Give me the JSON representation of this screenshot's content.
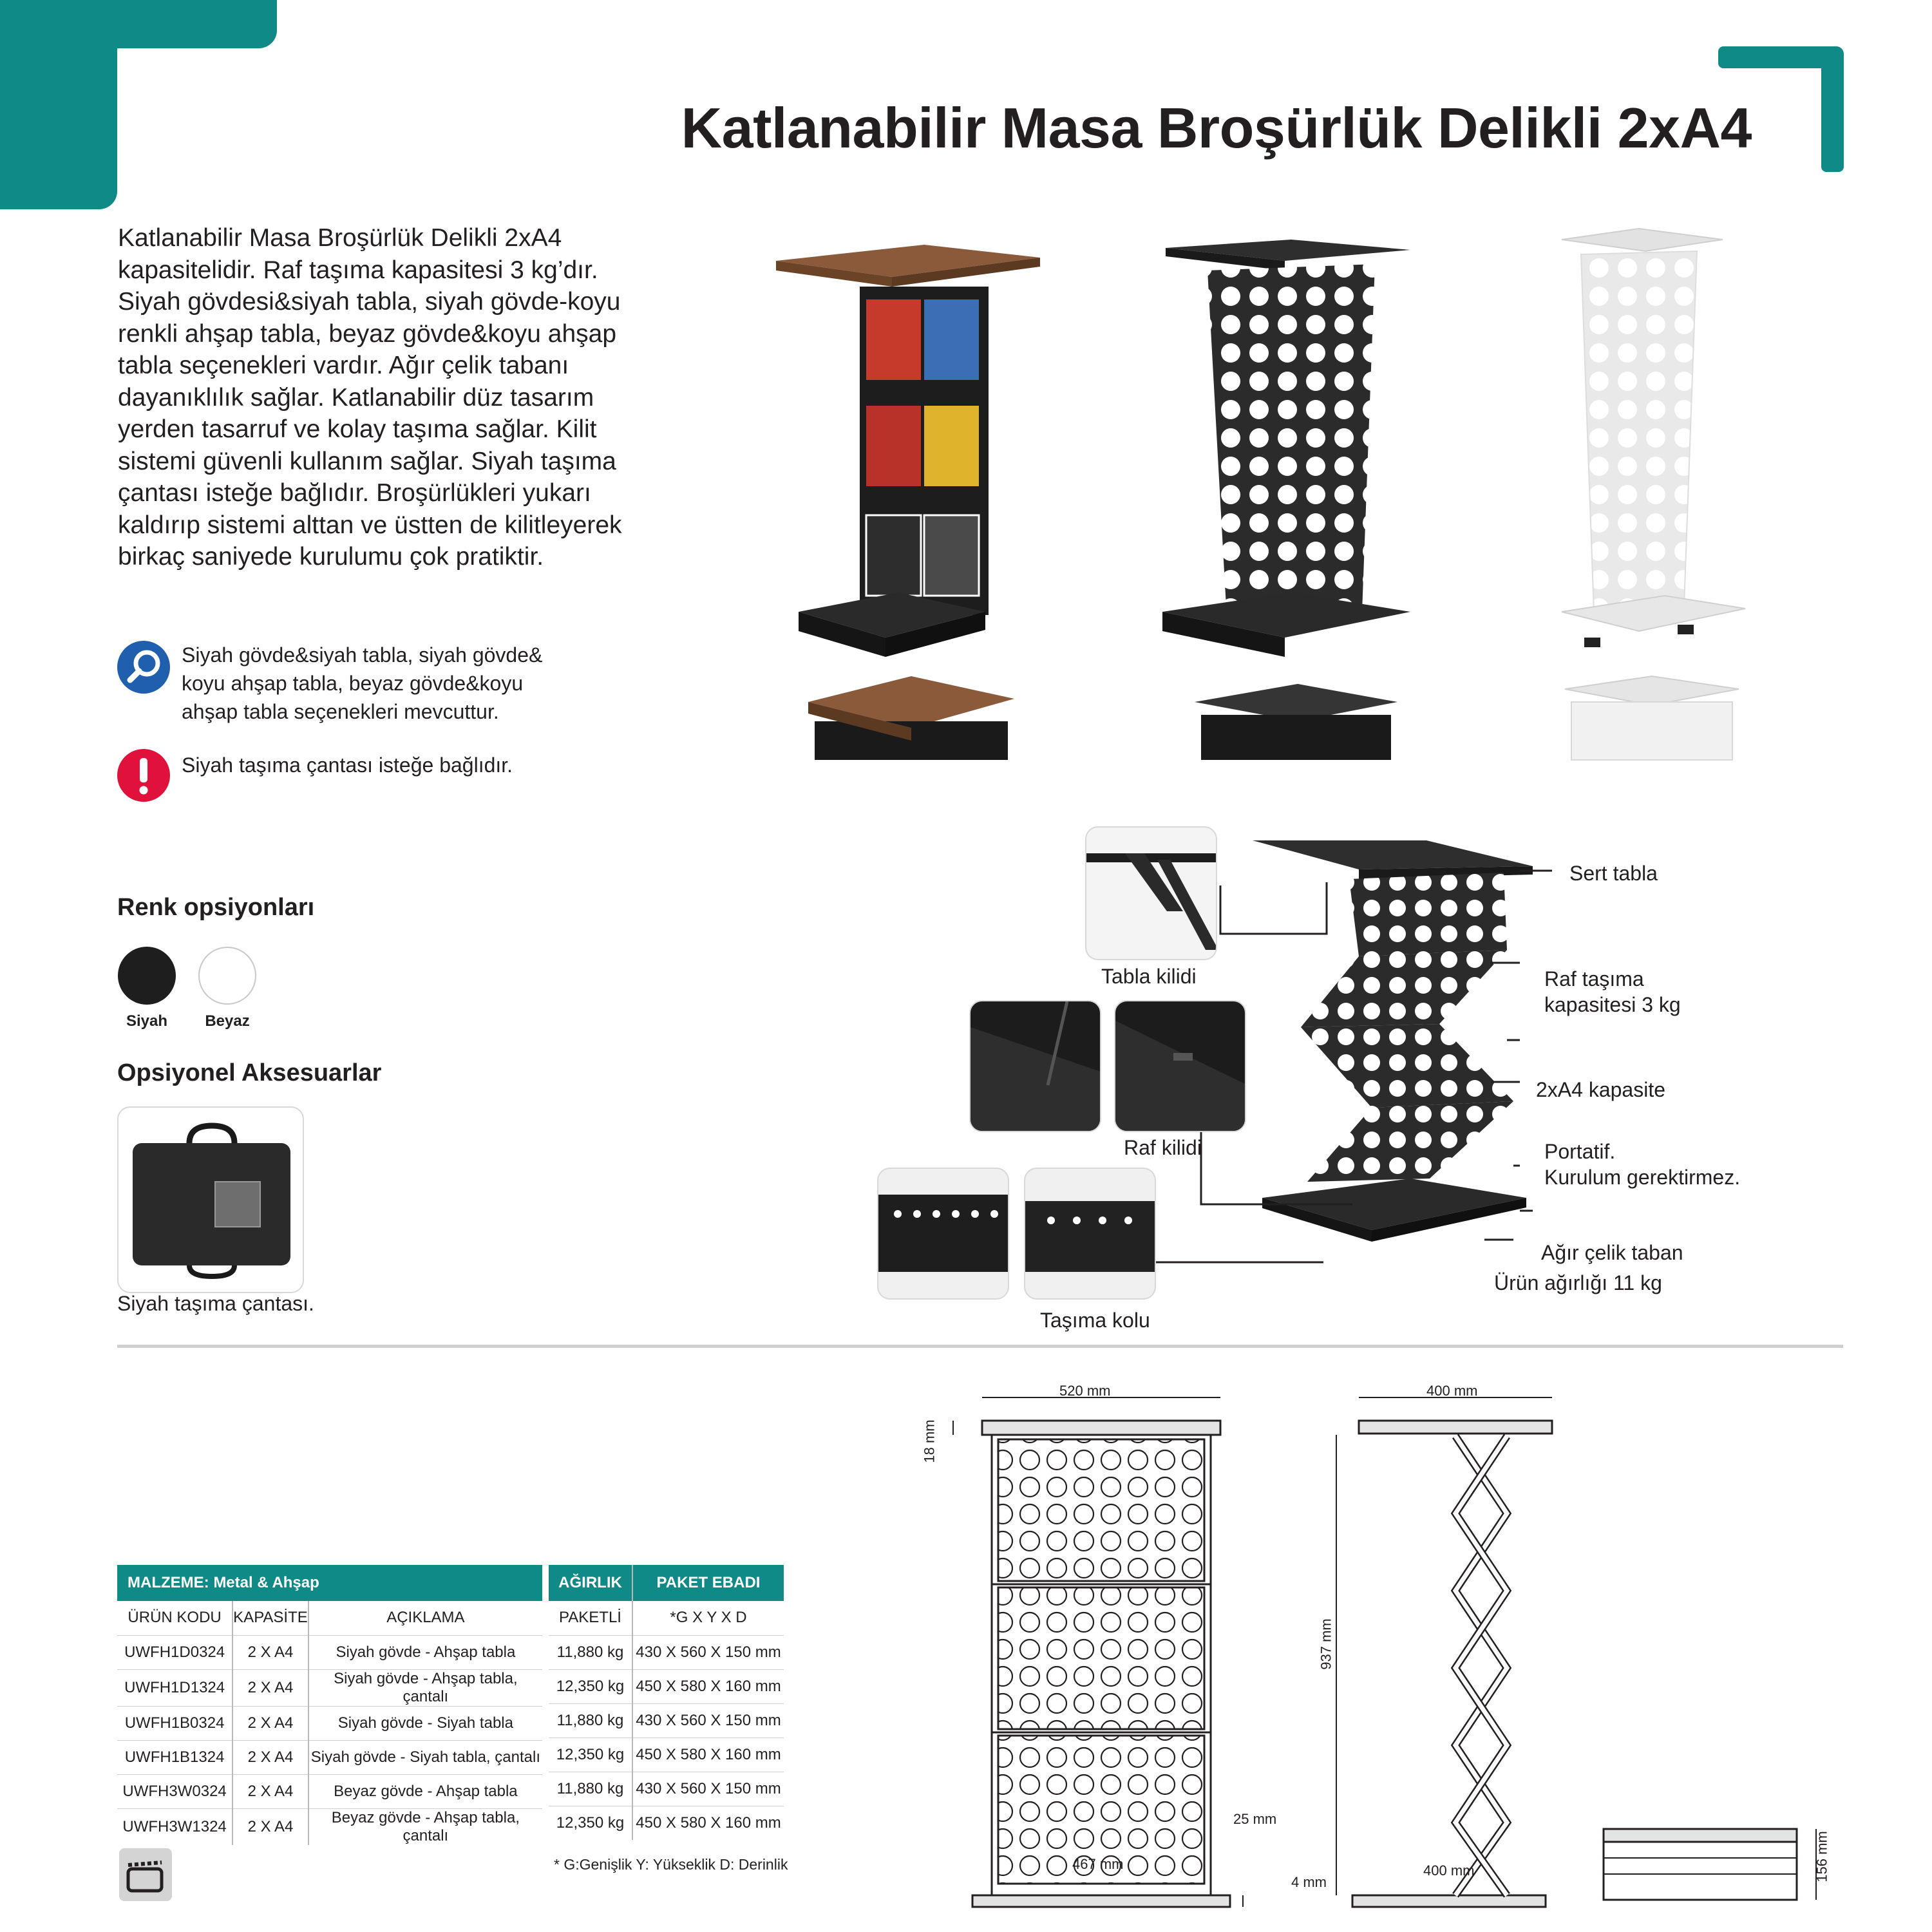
{
  "title": "Katlanabilir Masa Broşürlük Delikli 2xA4",
  "intro": "Katlanabilir Masa Broşürlük Delikli 2xA4 kapasitelidir. Raf taşıma kapasitesi 3 kg’dır. Siyah gövdesi&siyah tabla, siyah gövde-koyu renkli ahşap tabla, beyaz gövde&koyu ahşap tabla seçenekleri vardır. Ağır çelik tabanı dayanıklılık sağlar. Katlanabilir düz tasarım yerden tasarruf ve kolay taşıma sağlar. Kilit sistemi güvenli kullanım sağlar. Siyah taşıma çantası isteğe bağlıdır. Broşürlükleri yukarı kaldırıp sistemi alttan ve üstten de kilitleyerek birkaç saniyede kurulumu çok pratiktir.",
  "notes": [
    {
      "icon": "magnifier-icon",
      "text": "Siyah gövde&siyah tabla, siyah gövde& koyu ahşap tabla, beyaz gövde&koyu ahşap tabla seçenekleri mevcuttur."
    },
    {
      "icon": "exclamation-icon",
      "text": "Siyah taşıma çantası isteğe bağlıdır."
    }
  ],
  "color_options": {
    "title": "Renk opsiyonları",
    "items": [
      {
        "label": "Siyah",
        "color": "#1e1e1e"
      },
      {
        "label": "Beyaz",
        "color": "#ffffff"
      }
    ]
  },
  "accessories": {
    "title": "Opsiyonel Aksesuarlar",
    "bag_caption": "Siyah taşıma çantası."
  },
  "callouts": {
    "sert_tabla": "Sert tabla",
    "raf_tasima_1": "Raf taşıma",
    "raf_tasima_2": "kapasitesi 3 kg",
    "kapasite": "2xA4 kapasite",
    "portatif_1": "Portatif.",
    "portatif_2": "Kurulum gerektirmez.",
    "taban": "Ağır çelik taban",
    "agirlik": "Ürün ağırlığı 11 kg",
    "tabla_kilidi": "Tabla kilidi",
    "raf_kilidi": "Raf kilidi",
    "tasima_kolu": "Taşıma kolu"
  },
  "table": {
    "material_header": "MALZEME: Metal & Ahşap",
    "weight_header": "AĞIRLIK",
    "package_header": "PAKET EBADI",
    "columns": [
      "ÜRÜN KODU",
      "KAPASİTE",
      "AÇIKLAMA"
    ],
    "weight_sub": "PAKETLİ",
    "package_sub": "*G X Y X D",
    "rows": [
      {
        "code": "UWFH1D0324",
        "capacity": "2 X A4",
        "desc": "Siyah gövde - Ahşap tabla",
        "weight": "11,880 kg",
        "package": "430 X 560 X 150 mm"
      },
      {
        "code": "UWFH1D1324",
        "capacity": "2 X A4",
        "desc": "Siyah gövde - Ahşap tabla, çantalı",
        "weight": "12,350 kg",
        "package": "450 X 580 X 160 mm"
      },
      {
        "code": "UWFH1B0324",
        "capacity": "2 X A4",
        "desc": "Siyah gövde - Siyah tabla",
        "weight": "11,880 kg",
        "package": "430 X 560 X 150 mm"
      },
      {
        "code": "UWFH1B1324",
        "capacity": "2 X A4",
        "desc": "Siyah gövde - Siyah tabla, çantalı",
        "weight": "12,350 kg",
        "package": "450 X 580 X 160 mm"
      },
      {
        "code": "UWFH3W0324",
        "capacity": "2 X A4",
        "desc": "Beyaz gövde - Ahşap tabla",
        "weight": "11,880 kg",
        "package": "430 X 560 X 150 mm"
      },
      {
        "code": "UWFH3W1324",
        "capacity": "2 X A4",
        "desc": "Beyaz gövde - Ahşap tabla, çantalı",
        "weight": "12,350 kg",
        "package": "450 X 580 X 160 mm"
      }
    ],
    "footnote": "* G:Genişlik  Y: Yükseklik  D: Derinlik"
  },
  "dimensions": {
    "front_width_top": "520 mm",
    "top_thickness": "18 mm",
    "base_height": "25 mm",
    "base_width": "467 mm",
    "side_width_top": "400 mm",
    "height": "937 mm",
    "side_width_base": "400 mm",
    "side_offset": "4 mm",
    "folded_height": "156 mm"
  }
}
